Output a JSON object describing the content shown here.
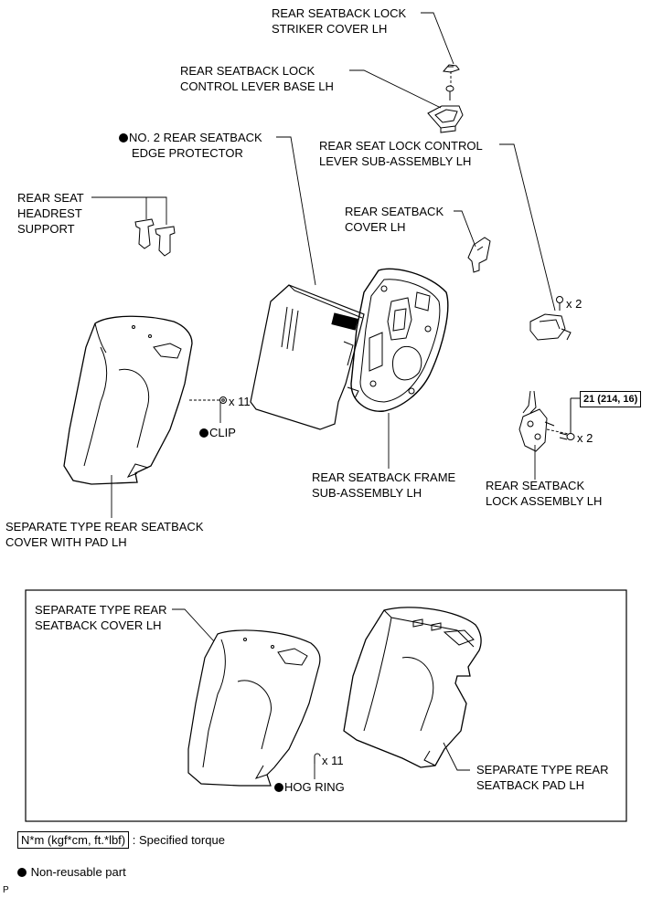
{
  "labels": {
    "striker_cover": [
      "REAR SEATBACK LOCK",
      "STRIKER COVER LH"
    ],
    "lever_base": [
      "REAR SEATBACK LOCK",
      "CONTROL LEVER BASE LH"
    ],
    "edge_protector": [
      "NO. 2 REAR SEATBACK",
      "EDGE PROTECTOR"
    ],
    "lever_sub": [
      "REAR SEAT LOCK CONTROL",
      "LEVER SUB-ASSEMBLY LH"
    ],
    "headrest_support": [
      "REAR SEAT",
      "HEADREST",
      "SUPPORT"
    ],
    "seatback_cover": [
      "REAR SEATBACK",
      "COVER LH"
    ],
    "frame": [
      "REAR SEATBACK FRAME",
      "SUB-ASSEMBLY LH"
    ],
    "lock_assembly": [
      "REAR SEATBACK",
      "LOCK ASSEMBLY LH"
    ],
    "cover_with_pad": [
      "SEPARATE TYPE REAR SEATBACK",
      "COVER WITH PAD LH"
    ],
    "clip": "CLIP",
    "inset_cover": [
      "SEPARATE TYPE REAR",
      "SEATBACK COVER LH"
    ],
    "inset_pad": [
      "SEPARATE TYPE REAR",
      "SEATBACK PAD LH"
    ],
    "hog_ring": "HOG RING"
  },
  "quantities": {
    "clip": "x 11",
    "lever_bolts": "x 2",
    "lock_bolts": "x 2",
    "hog_ring": "x 11"
  },
  "torque": "21 (214, 16)",
  "legend": {
    "torque_unit": "N*m (kgf*cm, ft.*lbf)",
    "torque_desc": ": Specified torque",
    "non_reusable": "Non-reusable part"
  },
  "corner_code": "P"
}
